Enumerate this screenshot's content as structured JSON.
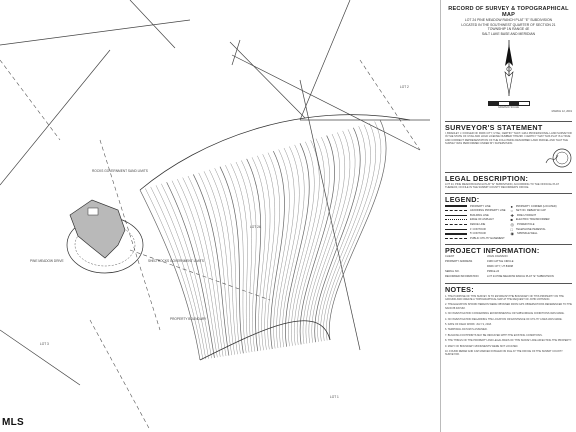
{
  "map": {
    "labels": {
      "lot_top": "LOT 2",
      "lot_left": "LOT 3",
      "lot_bottom": "LOT 1",
      "lot_right": "LOT 24",
      "bldg1": "ROCKS GOVERNMENT SAND LIMITS",
      "bldg2": "SHED ROCKS GOVERNMENT LIMITS",
      "center": "PINE MEADOW DRIVE",
      "boundary": "PROPERTY BOUNDARY"
    }
  },
  "logo": {
    "text": "MLS"
  },
  "panel": {
    "title": "RECORD OF SURVEY & TOPOGRAPHICAL MAP",
    "subtitle_lines": [
      "LOT 24 PINE MEADOW RANCH PLAT \"E\" SUBDIVISION",
      "LOCATED IN THE SOUTHWEST QUARTER OF SECTION 21",
      "TOWNSHIP 1N RANGE 4E",
      "SALT LAKE BASE AND MERIDIAN"
    ],
    "scale_text": "GRAPHIC SCALE",
    "date_text": "MARCH 12, 2019",
    "surveyor_head": "SURVEYOR'S STATEMENT",
    "surveyor_text": "I, BRADLEY J. FOWLER OF PARK CITY, UTAH, CERTIFY THAT I AM A PROFESSIONAL LAND SURVEYOR IN THE STATE OF UTAH AND HOLD LICENSE NUMBER 7781298. I CERTIFY THAT THIS PLAT IS A TRUE AND CORRECT REPRESENTATION OF THE FOLLOWING DESCRIBED LAND PARCEL AND THAT THE SURVEY WAS PERFORMED UNDER MY SUPERVISION.",
    "legal_head": "LEGAL DESCRIPTION:",
    "legal_text": "LOT 24, PINE MEADOW RANCH PLAT \"E\" SUBDIVISION, ACCORDING TO THE OFFICIAL PLAT THEREOF, ON FILE IN THE SUMMIT COUNTY RECORDER'S OFFICE.",
    "legend_head": "LEGEND:",
    "legend_left": [
      "PROPERTY LINE",
      "ADJOINING PROPERTY LINE",
      "BUILDING LINE",
      "EDGE OF ASPHALT",
      "FENCE LINE",
      "1' CONTOUR",
      "5' CONTOUR",
      "PUBLIC UTILITY EASEMENT"
    ],
    "legend_right": [
      "PROPERTY CORNER (LOCATED)",
      "SET NO. REBAR W/ CAP",
      "FIRE HYDRANT",
      "ELECTRIC TRANSFORMER",
      "POWER POLE",
      "TELEPHONE PEDESTAL",
      "SPRINKLE WELL"
    ],
    "project_head": "PROJECT INFORMATION:",
    "project_rows": [
      {
        "k": "CLIENT",
        "v": "JOHN JOHNSON"
      },
      {
        "k": "PROPERTY ADDRESS",
        "v": "1996 CATTLE CIRCLE"
      },
      {
        "k": "",
        "v": "PARK CITY, UT 84098"
      },
      {
        "k": "SERIAL NO.",
        "v": "PMR-E-24"
      },
      {
        "k": "RECORDED INFORMATION",
        "v": "LOT 24 PINE MEADOW RANCH PLAT \"E\" SUBDIVISION"
      }
    ],
    "notes_head": "NOTES:",
    "notes": [
      "1. THE PURPOSE OF THIS SURVEY IS TO ESTABLISH THE BOUNDARY OF THIS PROPERTY ON THE GROUND AND CREATE A TOPOGRAPHICAL MAP AT THE REQUEST OF JOHN JOHNSON.",
      "2. THE ELEVATION SHOWN HEREON WERE OBTAINED FROM GPS OBSERVATIONS REFERENCED TO THE NAVD 88 DATUM.",
      "3. NO INVESTIGATION CONCERNING ENVIRONMENTAL OR SUBSURFACE CONDITIONS WAS MADE.",
      "4. NO INVESTIGATION REGARDING THE LOCATION OR EXISTENCE OF UTILITY LINES WAS MADE.",
      "5. DATE OF FIELD WORK: JULY 9, 2018.",
      "6. TEMPORAL DATUM IS ASSUMED.",
      "7. BUILDING FOOTPRINTS MAY BE INDICATED WITH THE EXISTING CONDITIONS.",
      "8. THE THINGS OF THE PROPERTY AND LEGAL BASIS OF THIS SURVEY ARE AFFECTING THE PROPERTY.",
      "9. MANY OF BOUNDARY MONUMENTS WERE NOT LOCATED.",
      "10. FOUND REBAR AND CAP MARKED FOWLER ON FILE AT THE OFFICE OF THE SUMMIT COUNTY SURVEYOR."
    ]
  }
}
